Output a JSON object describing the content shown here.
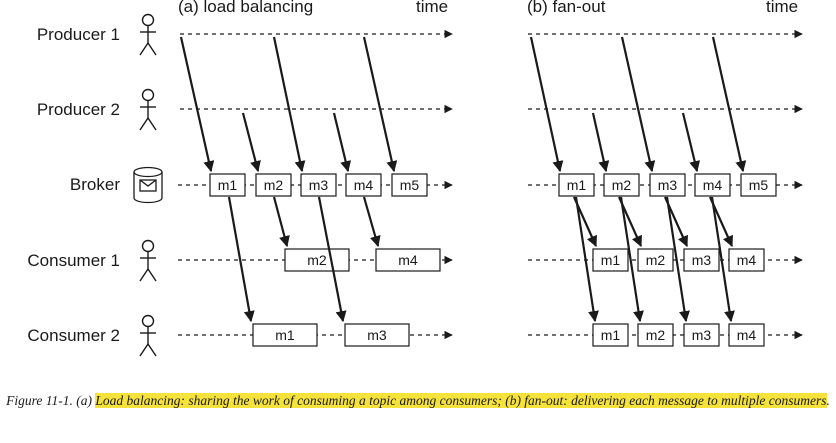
{
  "colors": {
    "ink": "#1a1a1a",
    "highlight": "#f5e23a",
    "background": "#ffffff"
  },
  "panels": {
    "a": {
      "title": "(a) load balancing",
      "time_label": "time"
    },
    "b": {
      "title": "(b) fan-out",
      "time_label": "time"
    }
  },
  "rows": {
    "producer1": "Producer 1",
    "producer2": "Producer 2",
    "broker": "Broker",
    "consumer1": "Consumer 1",
    "consumer2": "Consumer 2"
  },
  "icons": {
    "person": "person-icon",
    "broker": "envelope-cylinder-icon"
  },
  "messages": {
    "broker_a": [
      "m1",
      "m2",
      "m3",
      "m4",
      "m5"
    ],
    "consumer1_a": [
      "m2",
      "m4"
    ],
    "consumer2_a": [
      "m1",
      "m3"
    ],
    "broker_b": [
      "m1",
      "m2",
      "m3",
      "m4",
      "m5"
    ],
    "consumer1_b": [
      "m1",
      "m2",
      "m3",
      "m4"
    ],
    "consumer2_b": [
      "m1",
      "m2",
      "m3",
      "m4"
    ]
  },
  "caption": {
    "prefix": "Figure 11-1. (a) ",
    "highlighted": "Load balancing: sharing the work of consuming a topic among consumers; (b) fan-out: delivering each message to multiple consumers",
    "suffix": "."
  }
}
